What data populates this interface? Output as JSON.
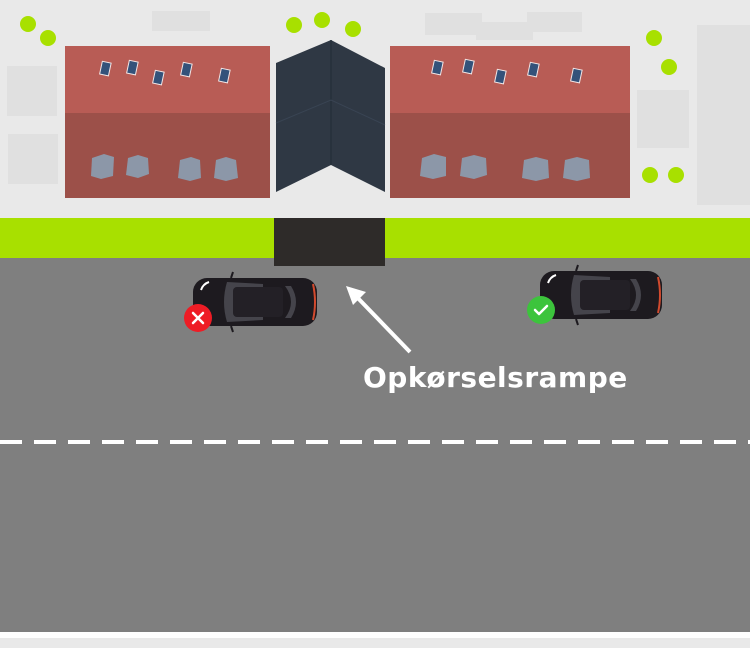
{
  "scene": {
    "ramp_label": "Opkørselsrampe",
    "left_car_status": "not-allowed",
    "right_car_status": "allowed",
    "colors": {
      "road": "#7f7f7f",
      "grass": "#a8e000",
      "ramp": "#2e2b29",
      "roof_top": "#b85c55",
      "roof_bottom": "#9c5049",
      "center_building": "#2f3844",
      "bad_badge": "#ee1c25",
      "good_badge": "#3cc43c"
    }
  }
}
